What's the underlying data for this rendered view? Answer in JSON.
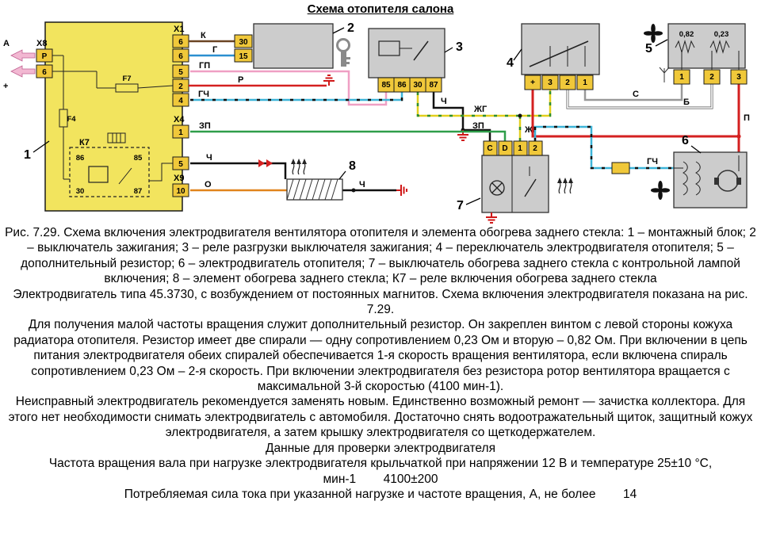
{
  "title": "Схема отопителя салона",
  "diagram": {
    "callouts": [
      "1",
      "2",
      "3",
      "4",
      "5",
      "6",
      "7",
      "8"
    ],
    "block": {
      "x8": "Х8",
      "x1": "Х1",
      "x4": "Х4",
      "x9": "Х9",
      "a_label": "А",
      "plus_label": "+",
      "f4": "F4",
      "f7": "F7",
      "k7": "К7",
      "left_pins": [
        "Р",
        "6"
      ],
      "right_pins": [
        "6",
        "6",
        "5",
        "2",
        "4",
        "1",
        "5",
        "10"
      ],
      "k7_pins": [
        "86",
        "85",
        "30",
        "87"
      ]
    },
    "ignition_pins": [
      "30",
      "15"
    ],
    "relay_pins": [
      "85",
      "86",
      "30",
      "87"
    ],
    "switch_pins": [
      "+",
      "3",
      "2",
      "1"
    ],
    "resistor": {
      "pins": [
        "1",
        "2",
        "3"
      ],
      "values": [
        "0,82",
        "0,23"
      ]
    },
    "heater_switch_pins": [
      "C",
      "D",
      "1",
      "2"
    ],
    "wires": {
      "k": "К",
      "g": "Г",
      "gp": "ГП",
      "r": "Р",
      "gch": "ГЧ",
      "zp": "ЗП",
      "ch": "Ч",
      "zhg": "ЖГ",
      "o": "О",
      "s": "С",
      "b": "Б",
      "p": "П"
    },
    "colors": {
      "block_yellow": "#f2e45e",
      "pin_gold": "#f0c83a",
      "component_gray": "#cccccc",
      "wire_red": "#d42020",
      "wire_pink": "#ef9fc4",
      "wire_blue": "#2b8fd0",
      "wire_teal": "#3db4d8",
      "wire_green": "#2f9e4a",
      "wire_yellow": "#e2cf1d",
      "wire_orange": "#e0841c",
      "wire_brown": "#6b4423",
      "wire_gray": "#999999",
      "wire_black": "#111111",
      "wire_white": "#ffffff"
    }
  },
  "text": {
    "caption": "Рис. 7.29. Схема включения электродвигателя вентилятора отопителя и элемента обогрева заднего стекла: 1 – монтажный блок; 2 – выключатель зажигания; 3 – реле разгрузки выключателя зажигания; 4 – переключатель электродвигателя отопителя; 5 – дополнительный резистор; 6 – электродвигатель отопителя; 7 – выключатель обогрева заднего стекла с контрольной лампой включения; 8 – элемент обогрева заднего стекла; К7 – реле включения обогрева заднего стекла",
    "p1": "Электродвигатель типа 45.3730, с возбуждением от постоянных магнитов. Схема включения электродвигателя показана на рис. 7.29.",
    "p2": "Для получения малой частоты вращения служит дополнительный резистор. Он закреплен винтом с левой стороны кожуха радиатора отопителя. Резистор имеет две спирали — одну сопротивлением 0,23 Ом и вторую – 0,82 Ом. При включении в цепь питания электродвигателя обеих спиралей обеспечивается 1-я скорость вращения вентилятора, если включена спираль сопротивлением 0,23 Ом – 2-я скорость. При включении электродвигателя без резистора ротор вентилятора вращается с максимальной 3-й скоростью (4100 мин-1).",
    "p3": "Неисправный электродвигатель рекомендуется заменять новым. Единственно возможный ремонт — зачистка коллектора. Для этого нет необходимости снимать электродвигатель с автомобиля. Достаточно снять водоотражательный щиток, защитный кожух электродвигателя, а затем крышку электродвигателя со щеткодержателем.",
    "heading": "Данные для проверки электродвигателя",
    "spec1_label": "Частота вращения вала при нагрузке электродвигателя крыльчаткой при напряжении 12 В и температуре 25±10 °С,",
    "spec1_value": "мин-1        4100±200",
    "spec2": "Потребляемая сила тока при указанной нагрузке и частоте вращения, А, не более        14"
  }
}
